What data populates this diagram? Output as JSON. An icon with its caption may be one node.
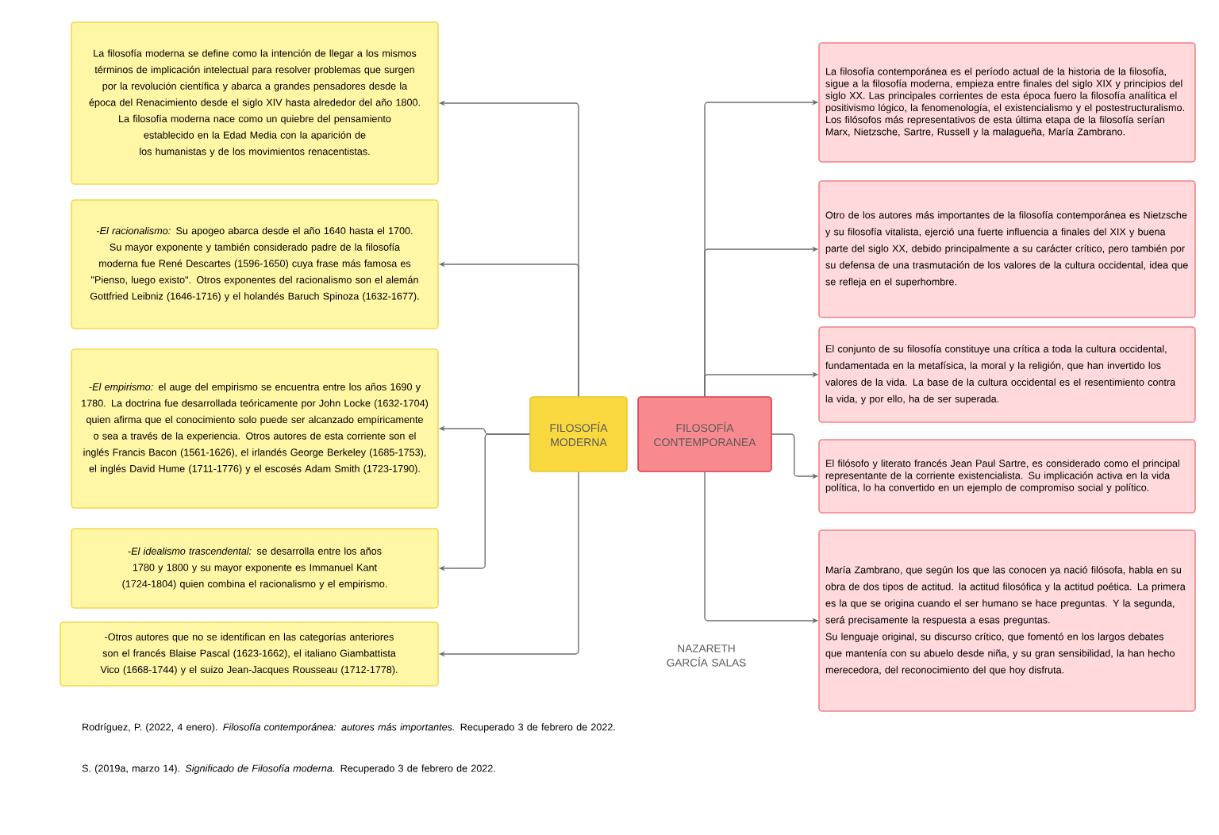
{
  "diagram": {
    "nodes": [
      {
        "text": [
          "FILOSOFÍA MODERNA"
        ]
      },
      {
        "text": [
          "FILOSOFÍA CONTEMPORANEA"
        ]
      },
      {
        "text": [
          "La filosofía moderna se define como la intención de llegar a los mismos términos de implicación intelectual para resolver problemas que surgen por la revolución científica y abarca a grandes pensadores desde la época del Renacimiento desde el siglo XIV hasta alrededor del año 1800.",
          "La filosofía moderna nace como un quiebre del pensamiento establecido en la Edad Media con la aparición de los humanistas y de los movimientos renacentistas."
        ]
      },
      {
        "text": [
          "-*El racionalismo:* Su apogeo abarca desde el año 1640 hasta el 1700. Su mayor exponente y también considerado padre de la filosofía moderna fue René Descartes (1596-1650) cuya frase más famosa es \"Pienso, luego existo\". Otros exponentes del racionalismo son el alemán Gottfried Leibniz (1646-1716) y el holandés Baruch Spinoza (1632-1677)."
        ]
      },
      {
        "text": [
          "-*El empirismo:* el auge del empirismo se encuentra entre los años 1690 y 1780. La doctrina fue desarrollada teóricamente por John Locke (1632-1704) quien afirma que el conocimiento solo puede ser alcanzado empíricamente o sea a través de la experiencia. Otros autores de esta corriente son el inglés Francis Bacon (1561-1626), el irlandés George Berkeley (1685-1753), el inglés David Hume (1711-1776) y el escosés Adam Smith (1723-1790)."
        ]
      },
      {
        "text": [
          "-*El idealismo trascendental:* se desarrolla entre los años 1780 y 1800 y su mayor exponente es Immanuel Kant (1724-1804) quien combina el racionalismo y el empirismo."
        ]
      },
      {
        "text": [
          "-Otros autores que no se identifican en las categorías anteriores son el francés Blaise Pascal (1623-1662), el italiano Giambattista Vico (1668-1744) y el suizo Jean-Jacques Rousseau (1712-1778)."
        ]
      },
      {
        "text": [
          "La filosofía contemporánea es el período actual de la historia de la filosofía, sigue a la filosofía moderna, empieza entre finales del siglo XIX y principios del siglo XX. Las principales corrientes de esta época fuero la filosofía analítica el positivismo lógico, la fenomenología, el existencialismo y el postestructuralismo. Los filósofos más representativos de esta última etapa de la filosofía serían Marx, Nietzsche, Sartre, Russell y la malagueña, María Zambrano."
        ]
      },
      {
        "text": [
          "Otro de los autores más importantes de la filosofía contemporánea es Nietzsche y su filosofía vitalista, ejerció una fuerte influencia a finales del XIX y buena parte del siglo XX, debido principalmente a su carácter crítico, pero también por su defensa de una trasmutación de los valores de la cultura occidental, idea que se refleja en el superhombre."
        ]
      },
      {
        "text": [
          "El conjunto de su filosofía constituye una crítica a toda la cultura occidental, fundamentada en la metafísica, la moral y la religión, que han invertido los valores de la vida. La base de la cultura occidental es el resentimiento contra la vida, y por ello, ha de ser superada."
        ]
      },
      {
        "text": [
          "El filósofo y literato francés Jean Paul Sartre, es considerado como el principal representante de la corriente existencialista. Su implicación activa en la vida política, lo ha convertido en un ejemplo de compromiso social y político."
        ]
      },
      {
        "text": [
          "María Zambrano, que según los que las conocen ya nació filósofa, habla en su obra de dos tipos de actitud. la actitud filosófica y la actitud poética. La primera es la que se origina cuando el ser humano se hace preguntas. Y la segunda, será precisamente la respuesta a esas preguntas.",
          "Su lenguaje original, su discurso crítico, que fomentó en los largos debates que mantenía con su abuelo desde niña, y su gran sensibilidad, la han hecho merecedora, del reconocimiento del que hoy disfruta."
        ]
      }
    ],
    "edges": [
      {
        "from": 0,
        "to": 2,
        "arrow": "to"
      },
      {
        "from": 0,
        "to": 3,
        "arrow": "to"
      },
      {
        "from": 0,
        "to": 4,
        "arrow": "to"
      },
      {
        "from": 0,
        "to": 5,
        "arrow": "to"
      },
      {
        "from": 0,
        "to": 6,
        "arrow": "to"
      },
      {
        "from": 1,
        "to": 7,
        "arrow": "to"
      },
      {
        "from": 1,
        "to": 8,
        "arrow": "to"
      },
      {
        "from": 1,
        "to": 9,
        "arrow": "to"
      },
      {
        "from": 1,
        "to": 10,
        "arrow": "to"
      },
      {
        "from": 1,
        "to": 11,
        "arrow": "to"
      }
    ],
    "labels": [
      "NAZARETH GARCÍA SALAS",
      "Rodríguez, P. (2022, 4 enero). *Filosofía contemporánea: autores más importantes.* Recuperado 3 de febrero de 2022.",
      "S. (2019a, marzo 14). *Significado de Filosofía moderna.* Recuperado 3 de febrero de 2022."
    ]
  }
}
